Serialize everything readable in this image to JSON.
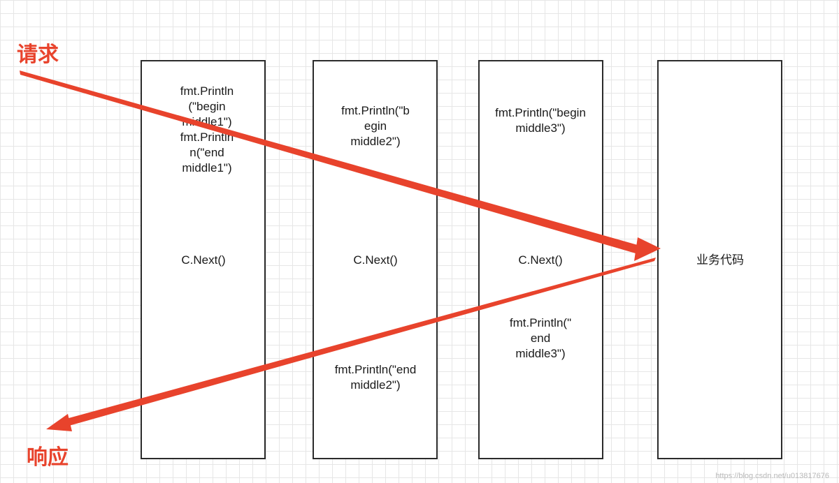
{
  "labels": {
    "request": "请求",
    "response": "响应"
  },
  "columns": [
    {
      "top_text": "fmt.Println\n(\"begin\nmiddle1\")\nfmt.Println\nn(\"end\nmiddle1\")",
      "next_text": "C.Next()",
      "bottom_text": ""
    },
    {
      "top_text": "fmt.Println(\"b\negin\nmiddle2\")",
      "next_text": "C.Next()",
      "bottom_text": "fmt.Println(\"end\nmiddle2\")"
    },
    {
      "top_text": "fmt.Println(\"begin\nmiddle3\")",
      "next_text": "C.Next()",
      "bottom_text": "fmt.Println(\"\nend\nmiddle3\")"
    },
    {
      "center_text": "业务代码"
    }
  ],
  "watermark": "https://blog.csdn.net/u013817676",
  "colors": {
    "arrow": "#e8432c",
    "border": "#2b2b2b"
  }
}
